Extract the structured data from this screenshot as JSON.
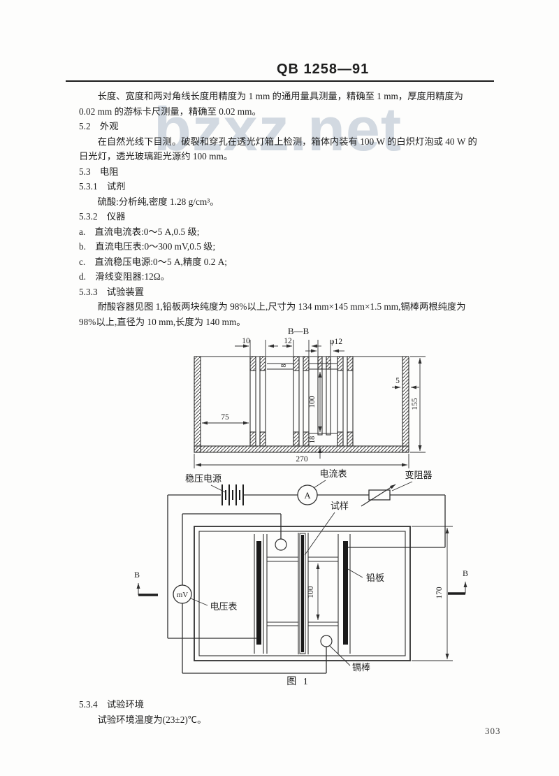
{
  "header": {
    "standard_no": "QB 1258—91"
  },
  "watermark": "bzxz.net",
  "page_number": "303",
  "body": {
    "para1": "长度、宽度和两对角线长度用精度为 1 mm 的通用量具测量，精确至 1 mm，厚度用精度为 0.02 mm 的游标卡尺测量，精确至 0.02 mm。",
    "h52": "5.2　外观",
    "para2": "在自然光线下目测。破裂和穿孔在透光灯箱上检测，箱体内装有 100 W 的白炽灯泡或 40 W 的日光灯，透光玻璃距光源约 100 mm。",
    "h53": "5.3　电阻",
    "h531": "5.3.1　试剂",
    "para3": "硫酸:分析纯,密度 1.28 g/cm³。",
    "h532": "5.3.2　仪器",
    "items": [
      "a.　直流电流表:0～5 A,0.5 级;",
      "b.　直流电压表:0～300 mV,0.5 级;",
      "c.　直流稳压电源:0～5 A,精度 0.2 A;",
      "d.　滑线变阻器:12Ω。"
    ],
    "h533": "5.3.3　试验装置",
    "para4": "耐酸容器见图 1,铅板两块纯度为 98%以上,尺寸为 134 mm×145 mm×1.5 mm,镉棒两根纯度为 98%以上,直径为 10 mm,长度为 140 mm。",
    "h534": "5.3.4　试验环境",
    "para5": "试验环境温度为(23±2)℃。"
  },
  "figure": {
    "caption": "图 1",
    "section_title": "B—B",
    "marker_b": "B",
    "labels": {
      "power_supply": "稳压电源",
      "ammeter": "电流表",
      "ammeter_symbol": "A",
      "rheostat": "变阻器",
      "sample": "试样",
      "voltmeter": "电压表",
      "voltmeter_symbol": "mV",
      "lead_plate": "铅板",
      "cadmium_rod": "镉棒"
    },
    "dims": {
      "slot_left": "10",
      "slot_mid": "12",
      "rod_dia": "φ12",
      "gap": "8",
      "wall": "5",
      "height_section": "155",
      "left_chamber": "75",
      "depth_section": "100",
      "bottom_gap": "18",
      "total_width": "270",
      "depth_plan": "100",
      "tank_width": "170"
    }
  }
}
